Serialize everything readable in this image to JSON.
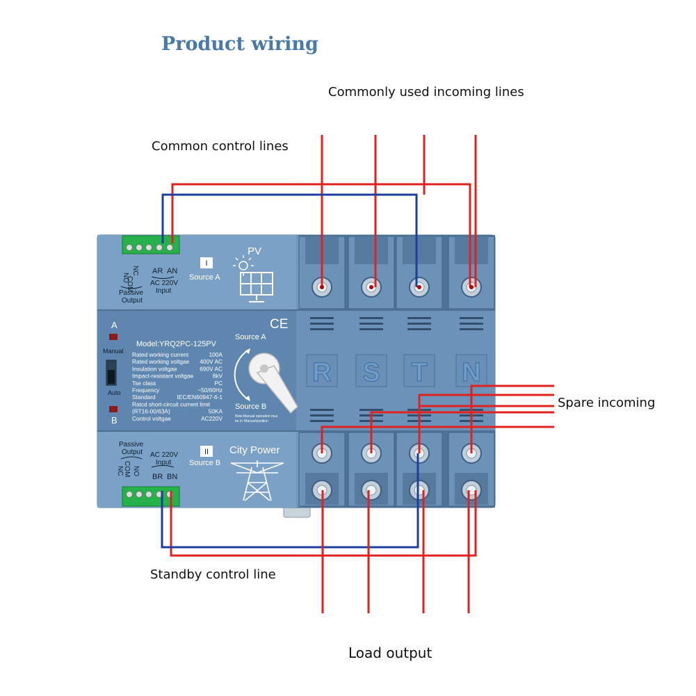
{
  "title": "Product wiring",
  "callouts": {
    "incoming": "Commonly used incoming lines",
    "common_control": "Common control lines",
    "spare": "Spare incoming",
    "standby": "Standby control line",
    "load": "Load output"
  },
  "device": {
    "terminal_top": {
      "pins": [
        "NO",
        "NC",
        "COM"
      ],
      "input_pins": [
        "AR",
        "AN"
      ],
      "passive": "Passive",
      "output": "Output",
      "ac": "AC 220V",
      "input": "Input"
    },
    "terminal_bottom": {
      "passive": "Passive",
      "output": "Output",
      "pins": [
        "NC",
        "COM",
        "NO"
      ],
      "ac": "AC 220V",
      "input": "Input",
      "input_pins": [
        "BR",
        "BN"
      ]
    },
    "source_a": {
      "roman": "I",
      "label": "Source A",
      "name": "PV"
    },
    "source_b": {
      "roman": "II",
      "label": "Source B",
      "name": "City Power"
    },
    "indicator_a": "A",
    "indicator_b": "B",
    "manual": "Manual",
    "auto": "Auto",
    "ce": "CE",
    "model": "Model:YRQ2PC-125PV",
    "specs": [
      {
        "k": "Rated working current",
        "v": "100A"
      },
      {
        "k": "Rated working voltgae",
        "v": "400V AC"
      },
      {
        "k": "Insulation voltgae",
        "v": "690V AC"
      },
      {
        "k": "Impact-resistant voltgae",
        "v": "8kV"
      },
      {
        "k": "Tse class",
        "v": "PC"
      },
      {
        "k": "Frequency",
        "v": "~50/60Hz"
      },
      {
        "k": "Standard",
        "v": "IEC/EN60947-6-1"
      },
      {
        "k": "Ratcd short-circuit current limit",
        "v": ""
      },
      {
        "k": "(RT16-00/63A)",
        "v": "50KA"
      },
      {
        "k": "Control voltgae",
        "v": "AC220V"
      }
    ],
    "knob_source_a": "Source A",
    "knob_source_b": "Source B",
    "note_line1": "Note:Manual operation mus",
    "note_line2": "be in 'Manual'position",
    "poles": [
      "R",
      "S",
      "T",
      "N"
    ]
  },
  "colors": {
    "phase_wire": "#e0221f",
    "neutral_wire": "#1d3e9e",
    "body": "#6e93b8",
    "terminal": "#27b14a"
  }
}
